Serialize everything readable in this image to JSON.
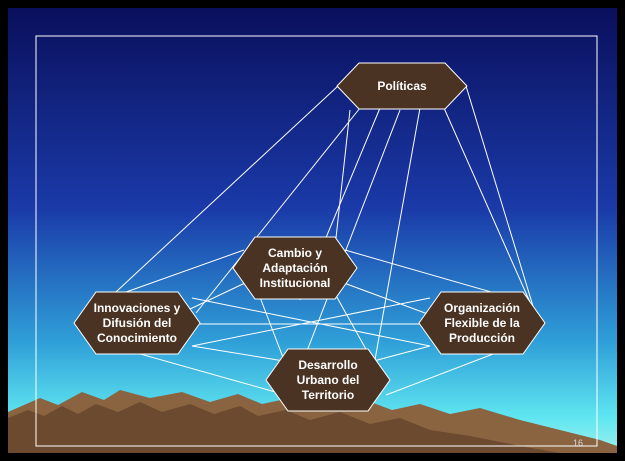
{
  "diagram": {
    "nodes": [
      {
        "id": "politicas",
        "lines": [
          "Políticas"
        ]
      },
      {
        "id": "cambio",
        "lines": [
          "Cambio y",
          "Adaptación",
          "Institucional"
        ]
      },
      {
        "id": "innovaciones",
        "lines": [
          "Innovaciones y",
          "Difusión del",
          "Conocimiento"
        ]
      },
      {
        "id": "organizacion",
        "lines": [
          "Organización",
          "Flexible de la",
          "Producción"
        ]
      },
      {
        "id": "desarrollo",
        "lines": [
          "Desarrollo",
          "Urbano del",
          "Territorio"
        ]
      }
    ]
  },
  "slide": {
    "page_number": "16"
  },
  "colors": {
    "node_fill": "#4a3322",
    "node_stroke": "#ffffff",
    "line": "#ffffff",
    "sky_top": "#0a0f5c",
    "sky_mid": "#1a3aa8",
    "sky_low": "#2f9fd8",
    "sky_horizon": "#5fe6f0",
    "mountain": "#6b4a2f"
  }
}
